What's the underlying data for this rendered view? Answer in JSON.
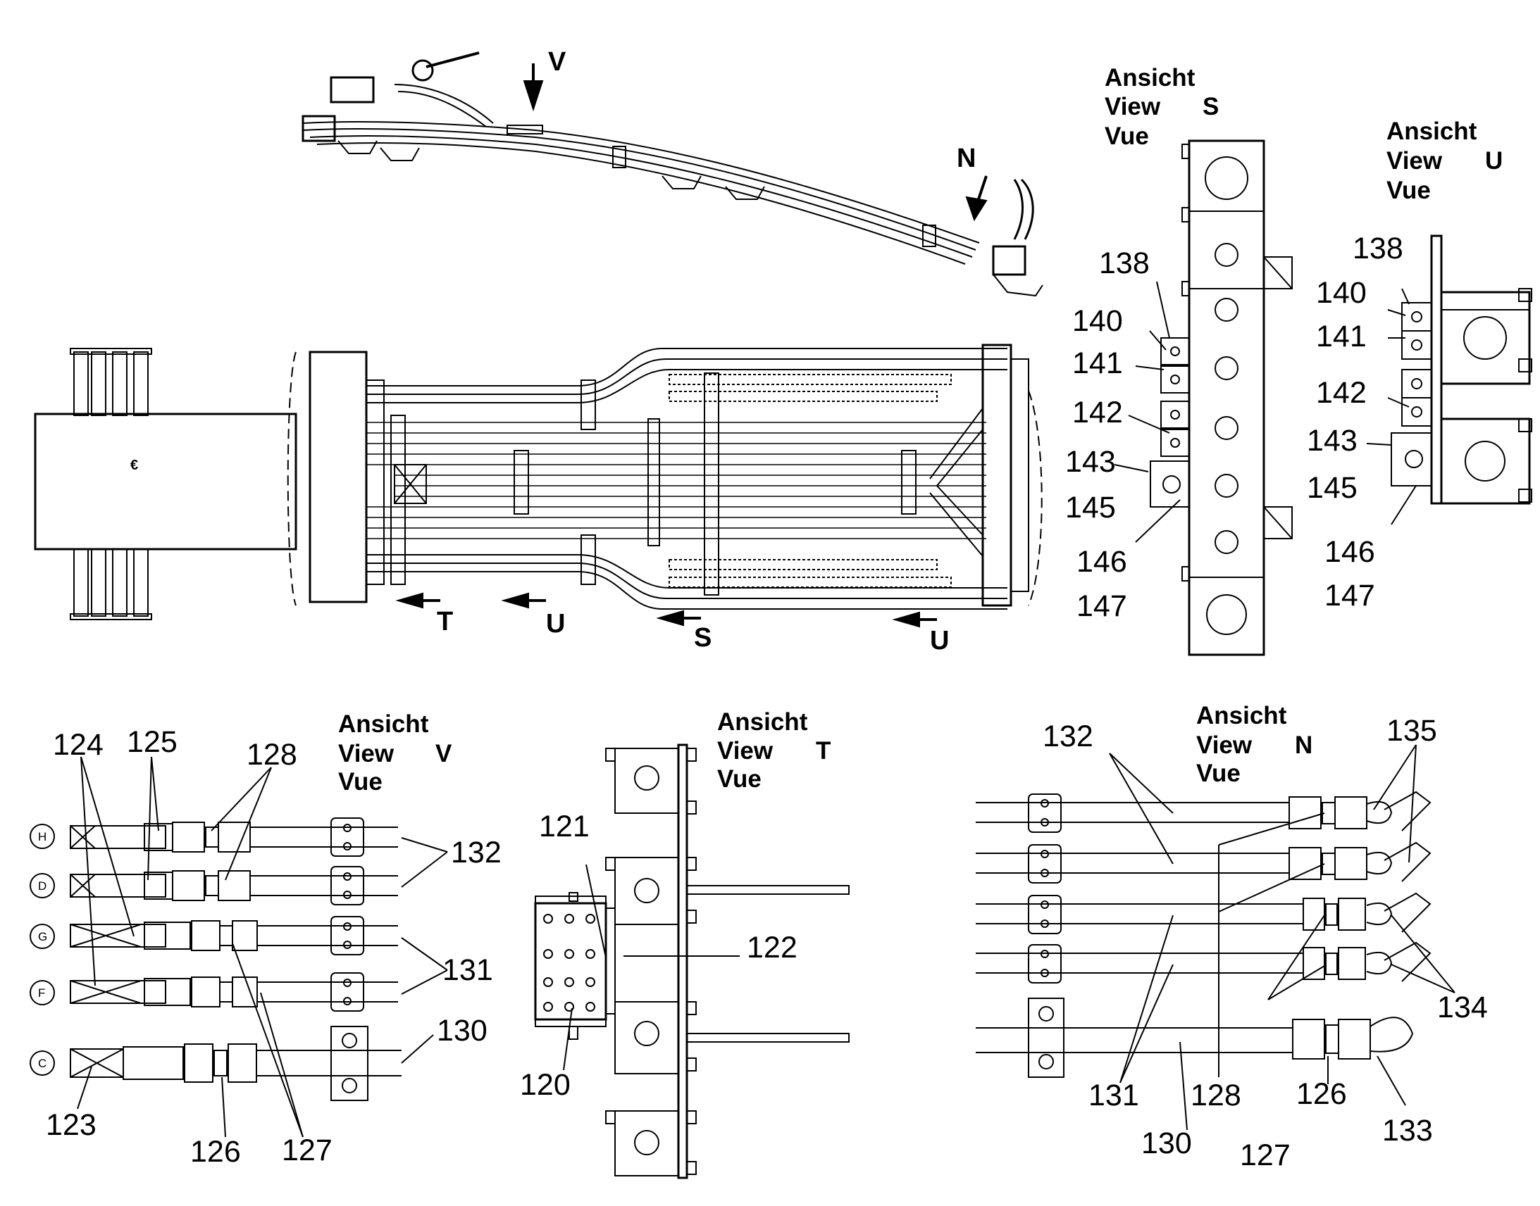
{
  "colors": {
    "ink": "#000000",
    "paper": "#ffffff"
  },
  "views": {
    "S": {
      "ansicht": "Ansicht",
      "view": "View",
      "letter": "S",
      "vue": "Vue"
    },
    "U": {
      "ansicht": "Ansicht",
      "view": "View",
      "letter": "U",
      "vue": "Vue"
    },
    "V": {
      "ansicht": "Ansicht",
      "view": "View",
      "letter": "V",
      "vue": "Vue"
    },
    "T": {
      "ansicht": "Ansicht",
      "view": "View",
      "letter": "T",
      "vue": "Vue"
    },
    "N": {
      "ansicht": "Ansicht",
      "view": "View",
      "letter": "N",
      "vue": "Vue"
    }
  },
  "arrows": {
    "V": "V",
    "N": "N",
    "T": "T",
    "U1": "U",
    "S": "S",
    "U2": "U"
  },
  "centerline_symbol": "€",
  "circle_labels": [
    "H",
    "D",
    "G",
    "F",
    "C"
  ],
  "parts": {
    "viewS": [
      "138",
      "140",
      "141",
      "142",
      "143",
      "145",
      "146",
      "147"
    ],
    "viewU": [
      "138",
      "140",
      "141",
      "142",
      "143",
      "145",
      "146",
      "147"
    ],
    "viewV": [
      "124",
      "125",
      "128",
      "132",
      "131",
      "130",
      "123",
      "126",
      "127"
    ],
    "viewT": [
      "121",
      "122",
      "120"
    ],
    "viewN": [
      "132",
      "135",
      "134",
      "131",
      "128",
      "126",
      "130",
      "127",
      "133"
    ]
  }
}
